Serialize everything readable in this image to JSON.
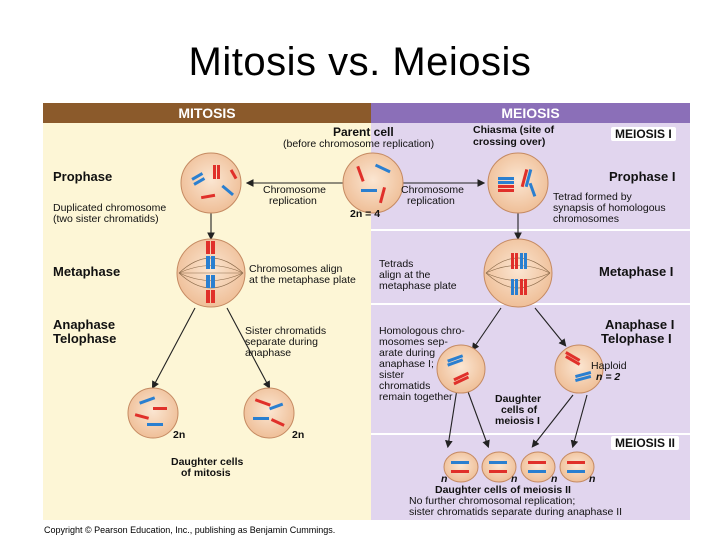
{
  "slide": {
    "title": "Mitosis vs. Meiosis"
  },
  "figure": {
    "header_mitosis": "MITOSIS",
    "header_meiosis": "MEIOSIS",
    "parent_cell": "Parent cell",
    "parent_cell_note": "(before chromosome replication)",
    "chiasma": "Chiasma (site of",
    "chiasma2": "crossing over)",
    "meiosis_one": "MEIOSIS I",
    "meiosis_two": "MEIOSIS II",
    "prophase": "Prophase",
    "prophase_one": "Prophase I",
    "duplicated1": "Duplicated chromosome",
    "duplicated2": "(two sister chromatids)",
    "chrom_rep_left1": "Chromosome",
    "chrom_rep_left2": "replication",
    "chrom_rep_right1": "Chromosome",
    "chrom_rep_right2": "replication",
    "ploidy_parent": "2n = 4",
    "tetrad1": "Tetrad formed by",
    "tetrad2": "synapsis of homologous",
    "tetrad3": "chromosomes",
    "metaphase": "Metaphase",
    "metaphase_one": "Metaphase I",
    "align1": "Chromosomes align",
    "align2": "at the metaphase plate",
    "tetrads1": "Tetrads",
    "tetrads2": "align at the",
    "tetrads3": "metaphase plate",
    "anaphase": "Anaphase",
    "telophase": "Telophase",
    "anaphase_one": "Anaphase I",
    "telophase_one": "Telophase I",
    "sister1": "Sister chromatids",
    "sister2": "separate during",
    "sister3": "anaphase",
    "homol1": "Homologous chro-",
    "homol2": "mosomes sep-",
    "homol3": "arate during",
    "homol4": "anaphase I;",
    "homol5": "sister",
    "homol6": "chromatids",
    "homol7": "remain together",
    "haploid": "Haploid",
    "haploid_n": "n = 2",
    "mito_2n_a": "2n",
    "mito_2n_b": "2n",
    "daughter_mitosis1": "Daughter cells",
    "daughter_mitosis2": "of mitosis",
    "daughter_meiosis_one1": "Daughter",
    "daughter_meiosis_one2": "cells of",
    "daughter_meiosis_one3": "meiosis I",
    "n1": "n",
    "n2": "n",
    "n3": "n",
    "n4": "n",
    "daughter_meiosis_two": "Daughter cells of meiosis II",
    "no_further1": "No further chromosomal replication;",
    "no_further2": "sister chromatids separate during anaphase II"
  },
  "copyright": "Copyright © Pearson Education, Inc., publishing as Benjamin Cummings.",
  "colors": {
    "mitosis_header": "#8b5a2b",
    "meiosis_header": "#8b6fb8",
    "mitosis_bg": "#fdf6d6",
    "meiosis_bg": "#e1d5ee",
    "cell_fill": "#f4c9a6",
    "chrom_red": "#e0302a",
    "chrom_blue": "#2a7fd0"
  }
}
